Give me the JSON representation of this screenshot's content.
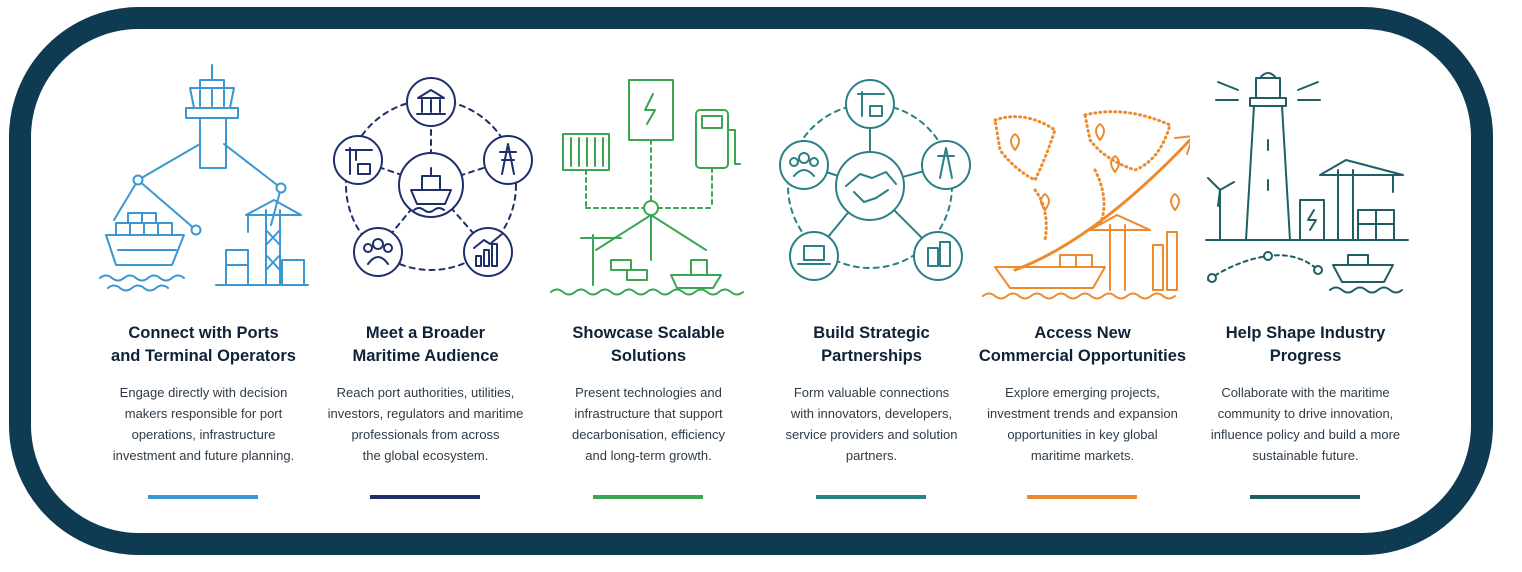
{
  "frame": {
    "border_color": "#0e3a52"
  },
  "columns": [
    {
      "id": "ports",
      "title_line1": "Connect with Ports",
      "title_line2": "and Terminal Operators",
      "desc": [
        "Engage directly with decision",
        "makers responsible for port",
        "operations, infrastructure",
        "investment and future planning."
      ],
      "color": "#3a97d4",
      "icon": "control-tower-ship-crane-icon"
    },
    {
      "id": "audience",
      "title_line1": "Meet a Broader",
      "title_line2": "Maritime Audience",
      "desc": [
        "Reach port authorities, utilities,",
        "investors, regulators and maritime",
        "professionals from across",
        "the global ecosystem."
      ],
      "color": "#1e2f6b",
      "icon": "network-ship-hub-icon"
    },
    {
      "id": "solutions",
      "title_line1": "Showcase Scalable",
      "title_line2": "Solutions",
      "desc": [
        "Present technologies and",
        "infrastructure that support",
        "decarbonisation, efficiency",
        "and long-term growth."
      ],
      "color": "#3aa651",
      "icon": "energy-infrastructure-icon"
    },
    {
      "id": "partnerships",
      "title_line1": "Build Strategic",
      "title_line2": "Partnerships",
      "desc": [
        "Form valuable connections",
        "with innovators, developers,",
        "service providers and solution",
        "partners."
      ],
      "color": "#2b7f86",
      "icon": "handshake-network-icon"
    },
    {
      "id": "opportunities",
      "title_line1": "Access New",
      "title_line2": "Commercial Opportunities",
      "desc": [
        "Explore emerging projects,",
        "investment trends and expansion",
        "opportunities in key global",
        "maritime markets."
      ],
      "color": "#ee8a2e",
      "icon": "world-map-growth-icon"
    },
    {
      "id": "progress",
      "title_line1": "Help Shape Industry",
      "title_line2": "Progress",
      "desc": [
        "Collaborate with the maritime",
        "community to drive innovation,",
        "influence policy and build a more",
        "sustainable future."
      ],
      "color": "#1f5f63",
      "icon": "lighthouse-port-icon"
    }
  ]
}
